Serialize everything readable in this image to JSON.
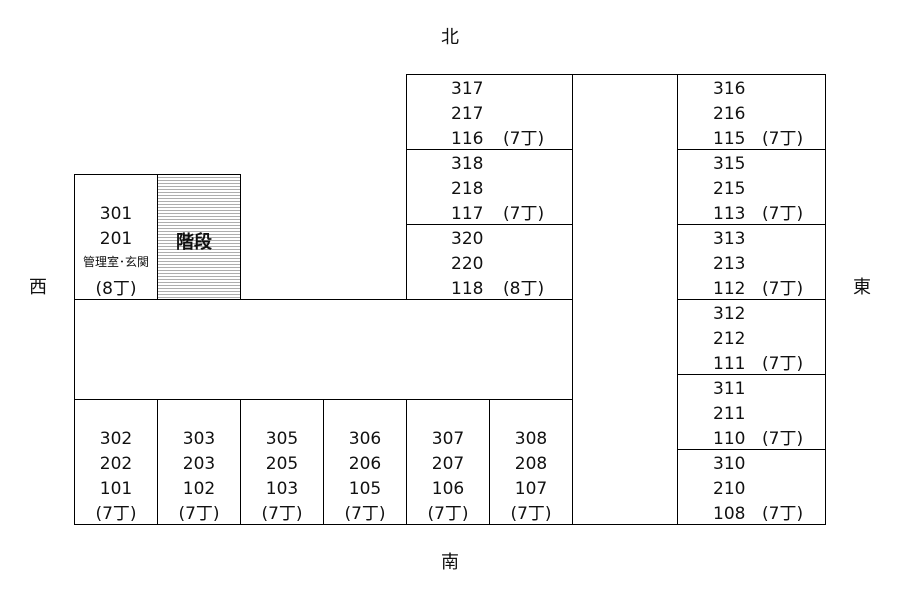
{
  "compass": {
    "north": "北",
    "south": "南",
    "west": "西",
    "east": "東"
  },
  "stairs": "階段",
  "office": {
    "r3": "301",
    "r2": "201",
    "note": "管理室･玄関",
    "tatami": "(8丁)"
  },
  "south_rooms": [
    {
      "r3": "302",
      "r2": "202",
      "r1": "101",
      "tatami": "(7丁)"
    },
    {
      "r3": "303",
      "r2": "203",
      "r1": "102",
      "tatami": "(7丁)"
    },
    {
      "r3": "305",
      "r2": "205",
      "r1": "103",
      "tatami": "(7丁)"
    },
    {
      "r3": "306",
      "r2": "206",
      "r1": "105",
      "tatami": "(7丁)"
    },
    {
      "r3": "307",
      "r2": "207",
      "r1": "106",
      "tatami": "(7丁)"
    },
    {
      "r3": "308",
      "r2": "208",
      "r1": "107",
      "tatami": "(7丁)"
    }
  ],
  "north_rooms": [
    {
      "r3": "317",
      "r2": "217",
      "r1": "116",
      "tatami": "(7丁)"
    },
    {
      "r3": "318",
      "r2": "218",
      "r1": "117",
      "tatami": "(7丁)"
    },
    {
      "r3": "320",
      "r2": "220",
      "r1": "118",
      "tatami": "(8丁)"
    }
  ],
  "east_rooms": [
    {
      "r3": "316",
      "r2": "216",
      "r1": "115",
      "tatami": "(7丁)"
    },
    {
      "r3": "315",
      "r2": "215",
      "r1": "113",
      "tatami": "(7丁)"
    },
    {
      "r3": "313",
      "r2": "213",
      "r1": "112",
      "tatami": "(7丁)"
    },
    {
      "r3": "312",
      "r2": "212",
      "r1": "111",
      "tatami": "(7丁)"
    },
    {
      "r3": "311",
      "r2": "211",
      "r1": "110",
      "tatami": "(7丁)"
    },
    {
      "r3": "310",
      "r2": "210",
      "r1": "108",
      "tatami": "(7丁)"
    }
  ]
}
